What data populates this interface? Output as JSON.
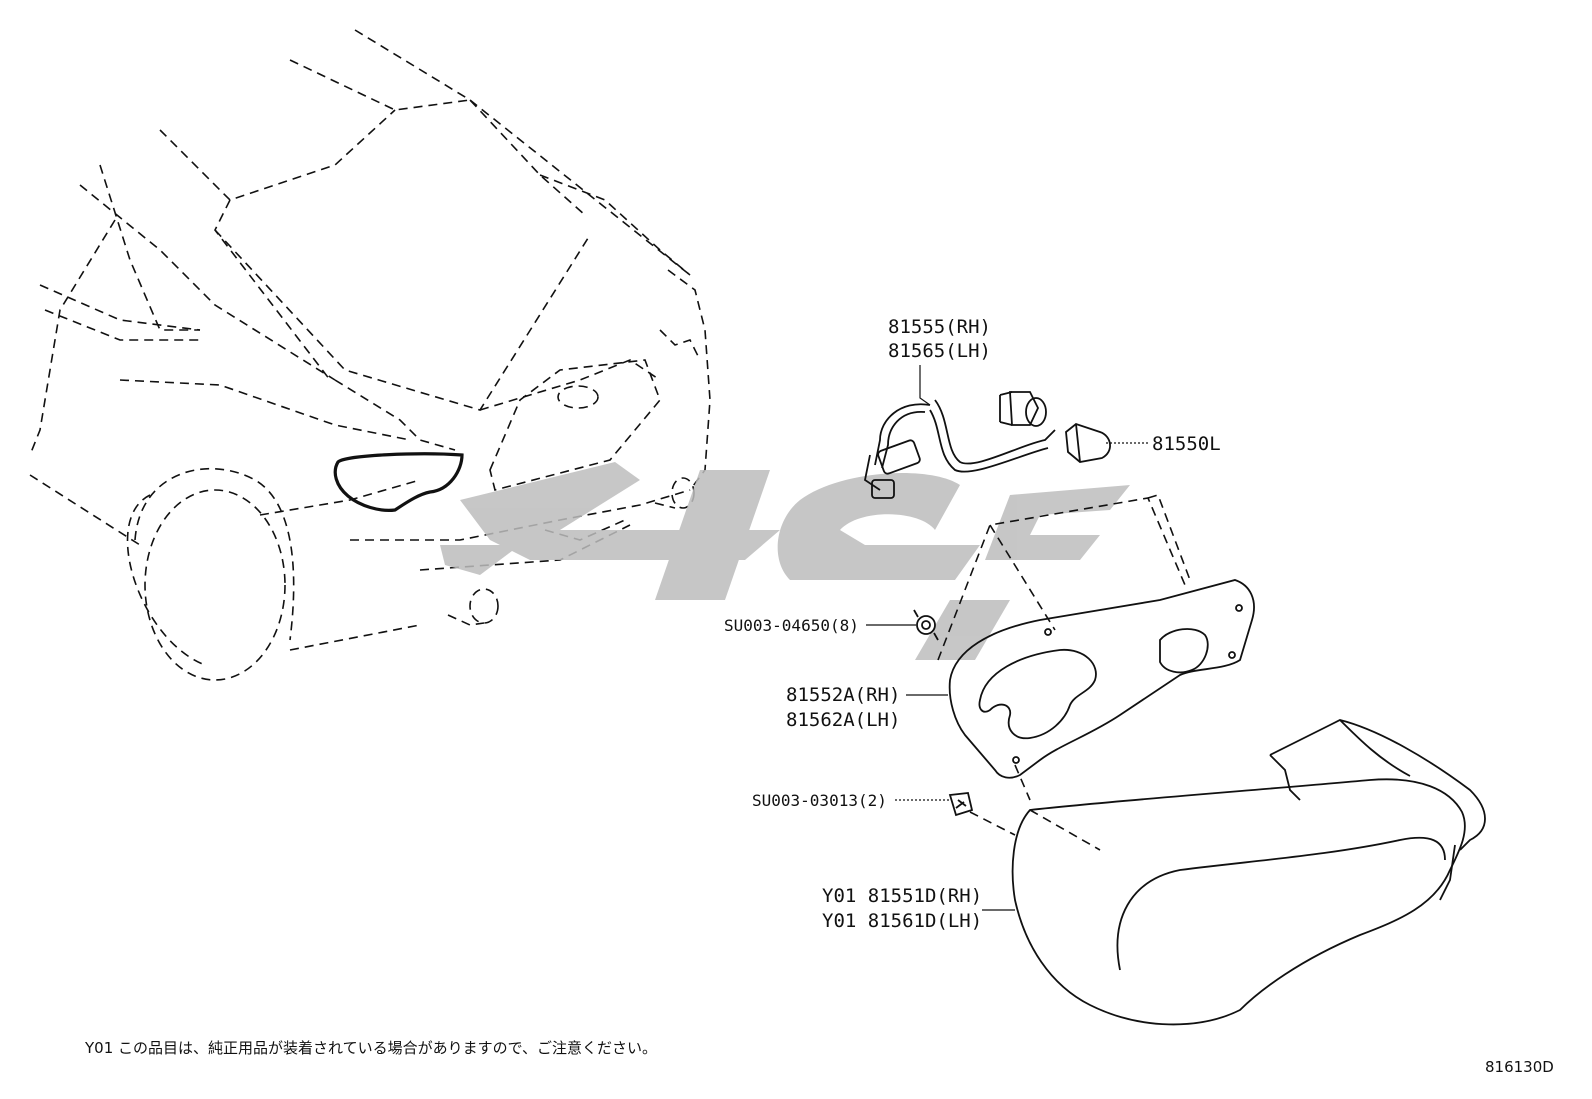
{
  "callouts": [
    {
      "id": "socket",
      "lines": [
        "81555(RH)",
        "81565(LH)"
      ]
    },
    {
      "id": "bulb",
      "lines": [
        "81550L"
      ]
    },
    {
      "id": "clip",
      "lines": [
        "SU003-04650(8)"
      ]
    },
    {
      "id": "gasket",
      "lines": [
        "81552A(RH)",
        "81562A(LH)"
      ]
    },
    {
      "id": "screw",
      "lines": [
        "SU003-03013(2)"
      ]
    },
    {
      "id": "lamp",
      "lines": [
        "Y01 81551D(RH)",
        "Y01 81561D(LH)"
      ]
    }
  ],
  "footnote": "Y01 この品目は、純正用品が装着されている場合がありますので、ご注意ください。",
  "diagram_code": "816130D"
}
